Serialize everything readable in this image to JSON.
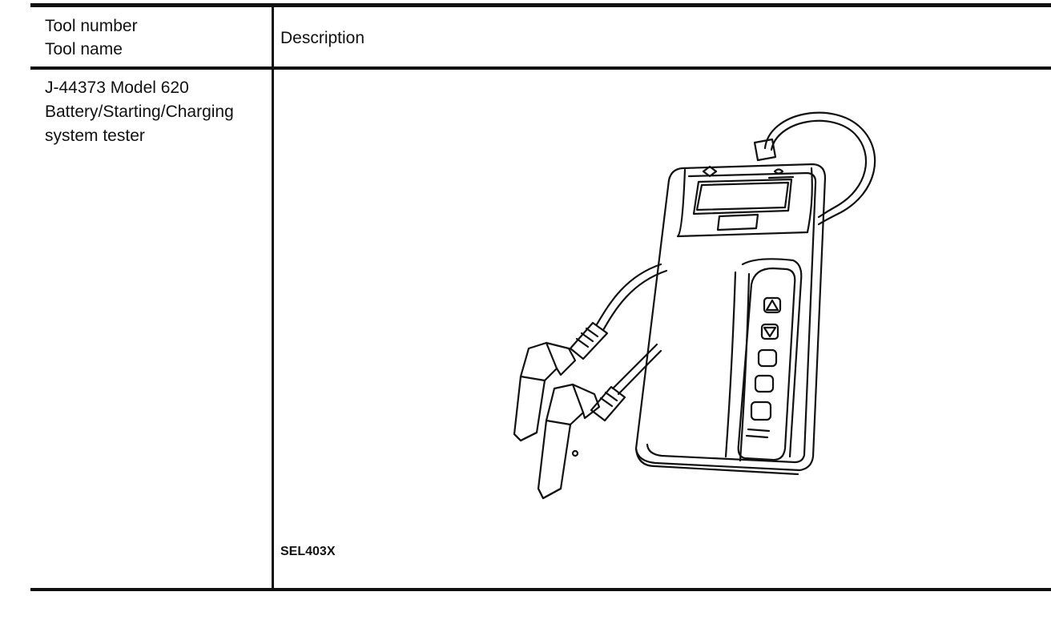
{
  "header": {
    "col1_line1": "Tool number",
    "col1_line2": "Tool name",
    "col2": "Description"
  },
  "row": {
    "tool_line1": "J-44373 Model 620",
    "tool_line2": "Battery/Starting/Charging",
    "tool_line3": "system tester",
    "figure_code": "SEL403X",
    "illustration_icon": "battery-tester-illustration"
  }
}
